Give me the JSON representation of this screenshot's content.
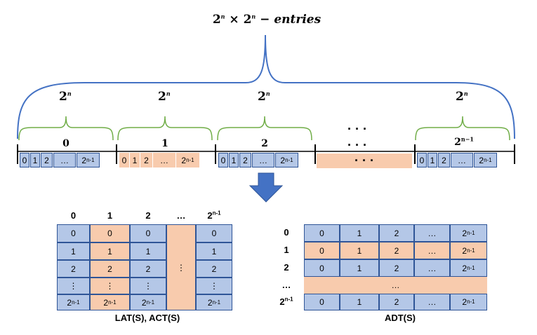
{
  "top_label": {
    "base": "2",
    "exp": "n",
    "times": "×",
    "base2": "2",
    "exp2": "n",
    "suffix": "− entries"
  },
  "brace_labels": [
    "2",
    "2",
    "2",
    "2"
  ],
  "brace_exps": [
    "n",
    "n",
    "n",
    "n"
  ],
  "segments": [
    {
      "label": "0",
      "color": "blue",
      "cells": [
        "0",
        "1",
        "2",
        "…",
        "2"
      ],
      "last_exp": "n-1"
    },
    {
      "label": "1",
      "color": "peach",
      "cells": [
        "0",
        "1",
        "2",
        "…",
        "2"
      ],
      "last_exp": "n-1"
    },
    {
      "label": "2",
      "color": "blue",
      "cells": [
        "0",
        "1",
        "2",
        "…",
        "2"
      ],
      "last_exp": "n-1"
    },
    {
      "label": "2",
      "label_exp": "n−1",
      "color": "blue",
      "cells": [
        "0",
        "1",
        "2",
        "…",
        "2"
      ],
      "last_exp": "n-1"
    }
  ],
  "ellipsis": "· · ·",
  "lat": {
    "col_headers": [
      "0",
      "1",
      "2",
      "…",
      "2"
    ],
    "col_header_last_exp": "n-1",
    "rows": [
      [
        "0",
        "0",
        "0",
        "0"
      ],
      [
        "1",
        "1",
        "1",
        "1"
      ],
      [
        "2",
        "2",
        "2",
        "2"
      ],
      [
        "⋮",
        "⋮",
        "⋮",
        "⋮"
      ],
      [
        "2",
        "2",
        "2",
        "2"
      ]
    ],
    "last_row_exp": "n-1",
    "middle_dots": "⋮",
    "caption": "LAT(S), ACT(S)"
  },
  "adt": {
    "row_headers": [
      "0",
      "1",
      "2",
      "…",
      "2"
    ],
    "row_header_last_exp": "n-1",
    "rows": [
      [
        "0",
        "1",
        "2",
        "…",
        "2"
      ],
      [
        "0",
        "1",
        "2",
        "…",
        "2"
      ],
      [
        "0",
        "1",
        "2",
        "…",
        "2"
      ],
      [
        "…"
      ],
      [
        "0",
        "1",
        "2",
        "…",
        "2"
      ]
    ],
    "last_col_exp": "n-1",
    "caption": "ADT(S)"
  },
  "colors": {
    "blue_fill": "#b4c7e7",
    "peach_fill": "#f8cbad",
    "outline": "#2f5597",
    "brace_blue": "#4472c4",
    "brace_green": "#70ad47"
  }
}
